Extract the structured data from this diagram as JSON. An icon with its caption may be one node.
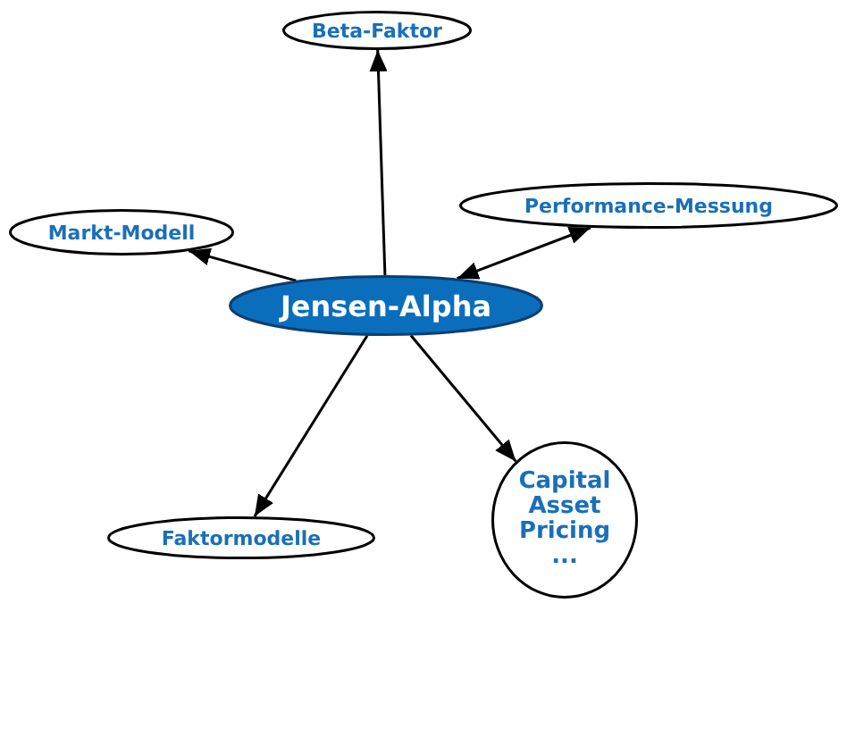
{
  "diagram": {
    "nodes": [
      {
        "text": [
          "Beta-Faktor"
        ]
      },
      {
        "text": [
          "Markt-Modell"
        ]
      },
      {
        "text": [
          "Performance-Messung"
        ]
      },
      {
        "text": [
          "Jensen-Alpha"
        ]
      },
      {
        "text": [
          "Faktormodelle"
        ]
      },
      {
        "text": [
          "Capital Asset Pricing ..."
        ]
      }
    ],
    "edges": [
      {
        "from": 3,
        "to": 0,
        "arrow": "to"
      },
      {
        "from": 3,
        "to": 1,
        "arrow": "to"
      },
      {
        "from": 3,
        "to": 2,
        "arrow": "both"
      },
      {
        "from": 3,
        "to": 4,
        "arrow": "to"
      },
      {
        "from": 3,
        "to": 5,
        "arrow": "to"
      }
    ]
  }
}
